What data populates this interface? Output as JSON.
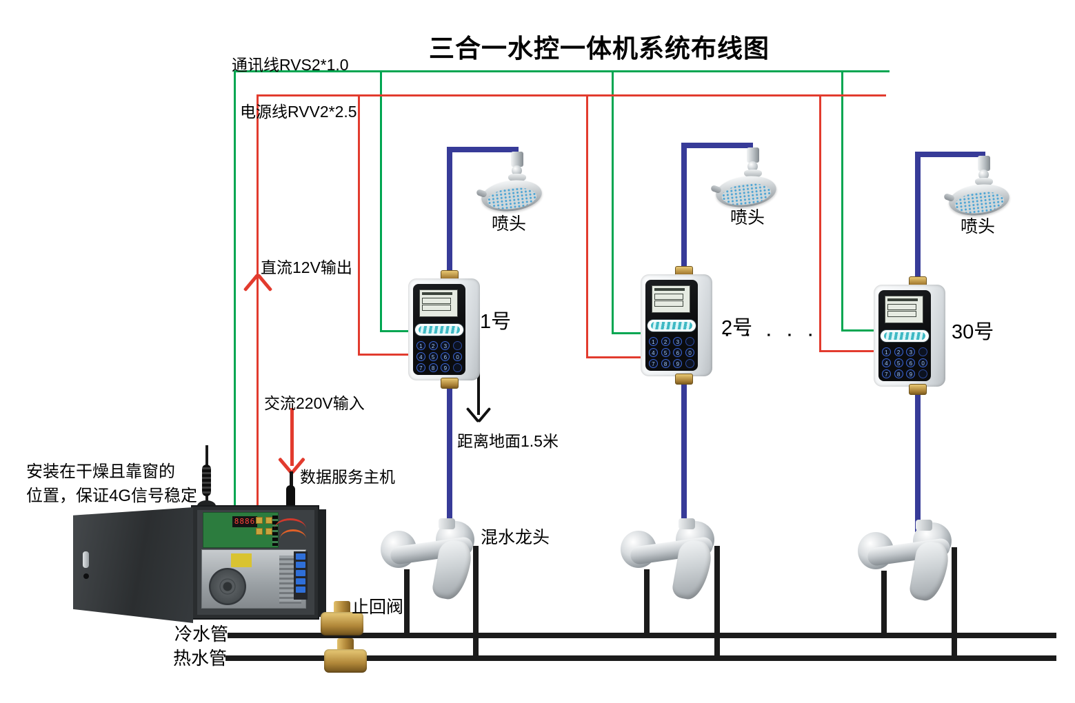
{
  "title": "三合一水控一体机系统布线图",
  "labels": {
    "comm_line": "通讯线RVS2*1.0",
    "power_line": "电源线RVV2*2.5",
    "dc_output": "直流12V输出",
    "ac_input": "交流220V输入",
    "data_host": "数据服务主机",
    "install_note_line1": "安装在干燥且靠窗的",
    "install_note_line2": "位置，保证4G信号稳定",
    "mount_height": "距离地面1.5米",
    "shower_head": "喷头",
    "mixer_faucet": "混水龙头",
    "check_valve": "止回阀",
    "cold_pipe": "冷水管",
    "hot_pipe": "热水管",
    "ellipsis": "▪ ▪ ▪ ▪ ▪"
  },
  "controllers": [
    {
      "id": "1号"
    },
    {
      "id": "2号"
    },
    {
      "id": "30号"
    }
  ],
  "controller_keypad": [
    [
      "1",
      "2",
      "3",
      ""
    ],
    [
      "4",
      "5",
      "6",
      "0"
    ],
    [
      "7",
      "8",
      "9",
      ""
    ]
  ],
  "host_box": {
    "led_display": "8886"
  },
  "colors": {
    "comm_green": "#00a651",
    "power_red": "#e23b2e",
    "water_blue": "#373b98",
    "pipe_black": "#1b1b1b"
  }
}
